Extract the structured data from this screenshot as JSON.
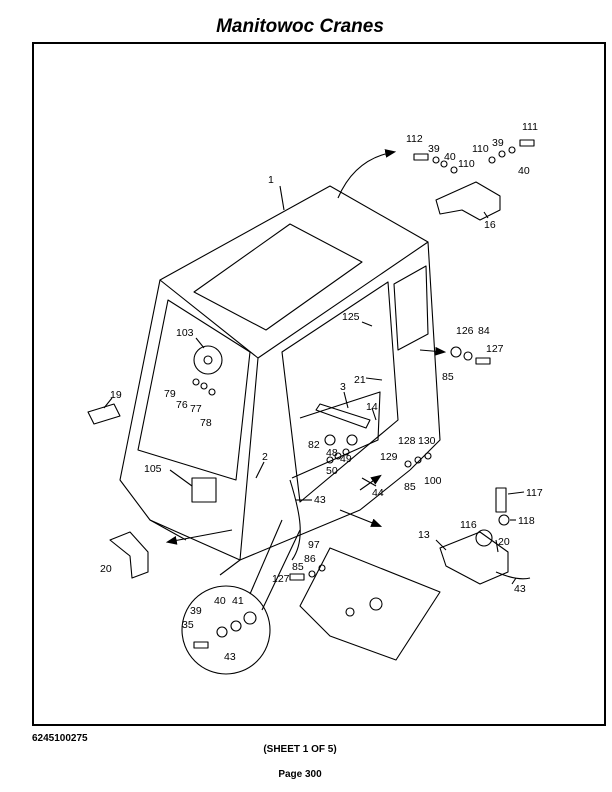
{
  "header": {
    "title": "Manitowoc Cranes"
  },
  "footer": {
    "part_number": "6245100275",
    "sheet": "(SHEET 1 OF 5)",
    "page": "Page 300"
  },
  "callouts": [
    {
      "id": "c-1",
      "text": "1"
    },
    {
      "id": "c-112",
      "text": "112"
    },
    {
      "id": "c-39a",
      "text": "39"
    },
    {
      "id": "c-40a",
      "text": "40"
    },
    {
      "id": "c-110a",
      "text": "110"
    },
    {
      "id": "c-110b",
      "text": "110"
    },
    {
      "id": "c-39b",
      "text": "39"
    },
    {
      "id": "c-111",
      "text": "111"
    },
    {
      "id": "c-40b",
      "text": "40"
    },
    {
      "id": "c-16",
      "text": "16"
    },
    {
      "id": "c-125",
      "text": "125"
    },
    {
      "id": "c-126",
      "text": "126"
    },
    {
      "id": "c-84",
      "text": "84"
    },
    {
      "id": "c-127a",
      "text": "127"
    },
    {
      "id": "c-85a",
      "text": "85"
    },
    {
      "id": "c-103",
      "text": "103"
    },
    {
      "id": "c-79",
      "text": "79"
    },
    {
      "id": "c-76",
      "text": "76"
    },
    {
      "id": "c-77",
      "text": "77"
    },
    {
      "id": "c-78",
      "text": "78"
    },
    {
      "id": "c-19",
      "text": "19"
    },
    {
      "id": "c-3",
      "text": "3"
    },
    {
      "id": "c-21",
      "text": "21"
    },
    {
      "id": "c-14",
      "text": "14"
    },
    {
      "id": "c-82",
      "text": "82"
    },
    {
      "id": "c-48",
      "text": "48"
    },
    {
      "id": "c-49",
      "text": "49"
    },
    {
      "id": "c-50",
      "text": "50"
    },
    {
      "id": "c-128",
      "text": "128"
    },
    {
      "id": "c-130",
      "text": "130"
    },
    {
      "id": "c-129",
      "text": "129"
    },
    {
      "id": "c-85b",
      "text": "85"
    },
    {
      "id": "c-100",
      "text": "100"
    },
    {
      "id": "c-44",
      "text": "44"
    },
    {
      "id": "c-2",
      "text": "2"
    },
    {
      "id": "c-105",
      "text": "105"
    },
    {
      "id": "c-43a",
      "text": "43"
    },
    {
      "id": "c-117",
      "text": "117"
    },
    {
      "id": "c-118",
      "text": "118"
    },
    {
      "id": "c-13",
      "text": "13"
    },
    {
      "id": "c-116",
      "text": "116"
    },
    {
      "id": "c-20a",
      "text": "20"
    },
    {
      "id": "c-43b",
      "text": "43"
    },
    {
      "id": "c-20b",
      "text": "20"
    },
    {
      "id": "c-97",
      "text": "97"
    },
    {
      "id": "c-86",
      "text": "86"
    },
    {
      "id": "c-85c",
      "text": "85"
    },
    {
      "id": "c-127b",
      "text": "127"
    },
    {
      "id": "c-40c",
      "text": "40"
    },
    {
      "id": "c-41",
      "text": "41"
    },
    {
      "id": "c-39c",
      "text": "39"
    },
    {
      "id": "c-35",
      "text": "35"
    },
    {
      "id": "c-43c",
      "text": "43"
    }
  ]
}
